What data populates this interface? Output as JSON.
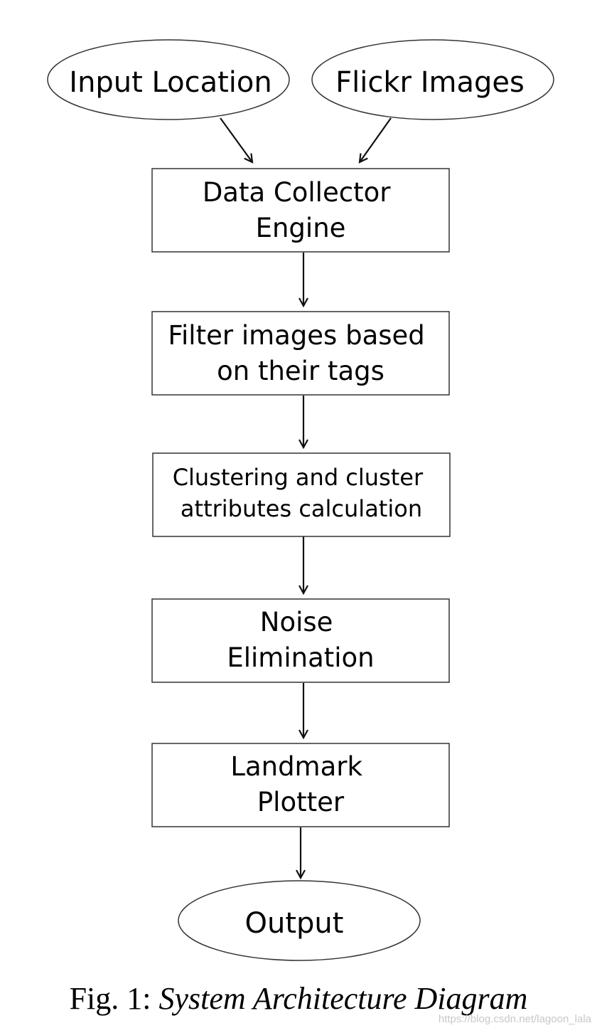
{
  "nodes": {
    "input_location": {
      "lines": [
        "Input Location"
      ]
    },
    "flickr_images": {
      "lines": [
        "Flickr Images"
      ]
    },
    "data_collector": {
      "lines": [
        "Data Collector",
        "Engine"
      ]
    },
    "filter_images": {
      "lines": [
        "Filter images based",
        "on their tags"
      ]
    },
    "clustering": {
      "lines": [
        "Clustering and cluster",
        "attributes calculation"
      ]
    },
    "noise": {
      "lines": [
        "Noise",
        "Elimination"
      ]
    },
    "landmark": {
      "lines": [
        "Landmark",
        "Plotter"
      ]
    },
    "output": {
      "lines": [
        "Output"
      ]
    }
  },
  "caption": {
    "prefix": "Fig. 1: ",
    "title": "System Architecture Diagram"
  },
  "watermark": "https://blog.csdn.net/lagoon_lala"
}
